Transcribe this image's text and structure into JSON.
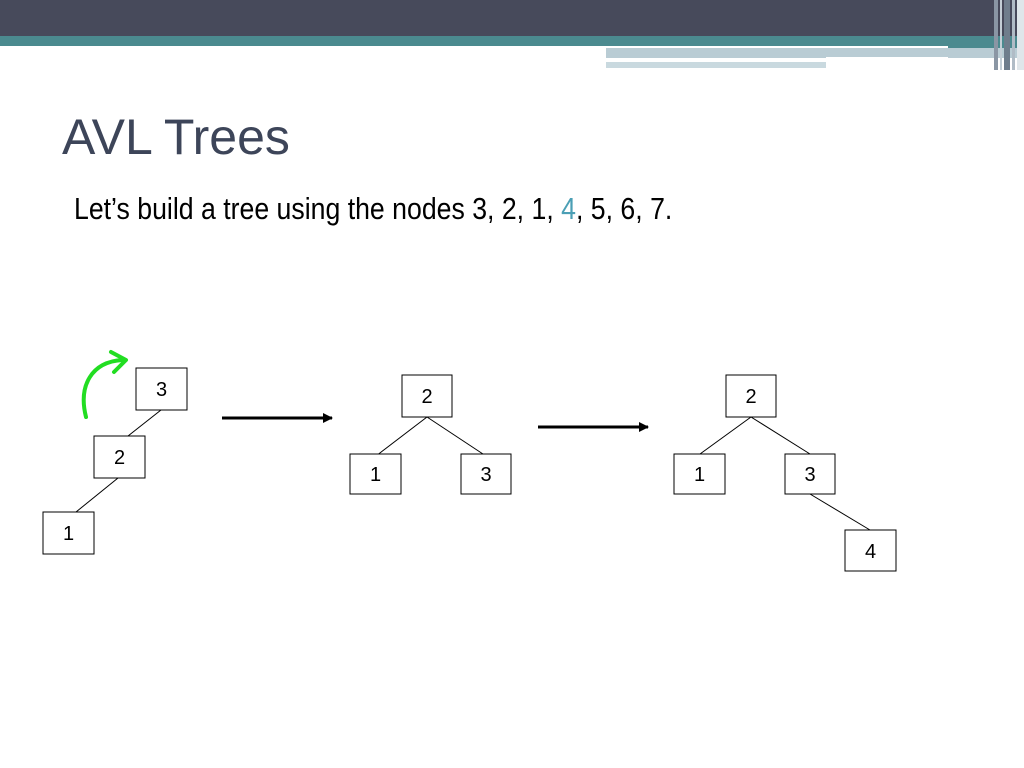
{
  "slide": {
    "title": "AVL Trees",
    "subtitle_parts": [
      "Let’s build a tree using the nodes 3, 2, 1, ",
      "4",
      ", 5, 6, 7."
    ],
    "highlight_color": "#4b9fb5"
  },
  "trees": [
    {
      "name": "tree-unbalanced",
      "nodes": [
        "3",
        "2",
        "1"
      ],
      "edges": [
        [
          "3",
          "2"
        ],
        [
          "2",
          "1"
        ]
      ]
    },
    {
      "name": "tree-rotated",
      "nodes": [
        "2",
        "1",
        "3"
      ],
      "edges": [
        [
          "2",
          "1"
        ],
        [
          "2",
          "3"
        ]
      ]
    },
    {
      "name": "tree-inserted-4",
      "nodes": [
        "2",
        "1",
        "3",
        "4"
      ],
      "edges": [
        [
          "2",
          "1"
        ],
        [
          "2",
          "3"
        ],
        [
          "3",
          "4"
        ]
      ]
    }
  ],
  "colors": {
    "header_dark": "#474a5b",
    "header_teal": "#4b8a8f",
    "title_color": "#3d4559",
    "rotation_arrow": "#22dd22"
  },
  "icons": [
    "rotation-arrow-icon",
    "transition-arrow-icon"
  ]
}
